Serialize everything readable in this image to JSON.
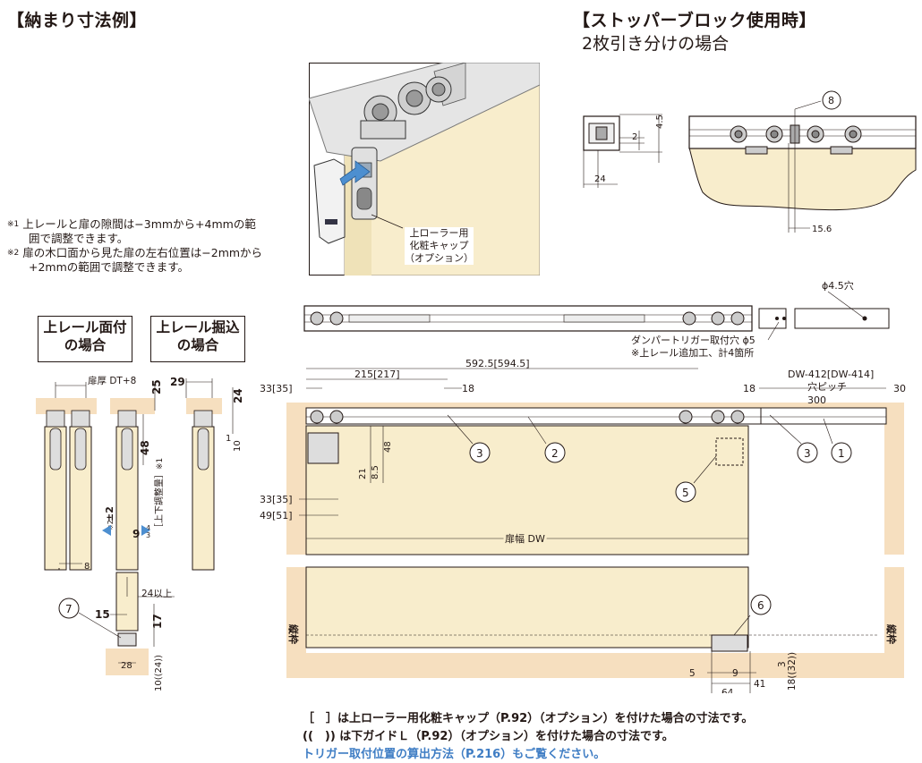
{
  "headings": {
    "left": "【納まり寸法例】",
    "right": "【ストッパーブロック使用時】",
    "right_sub": "2枚引き分けの場合"
  },
  "notes": {
    "n1_mark": "※1",
    "n1_l1": "上レールと扉の隙間は−3mmから+4mmの範",
    "n1_l2": "囲で調整できます。",
    "n2_mark": "※2",
    "n2_l1": "扉の木口面から見た扉の左右位置は−2mmから",
    "n2_l2": "+2mmの範囲で調整できます。"
  },
  "photo": {
    "cap_l1": "上ローラー用",
    "cap_l2": "化粧キャップ",
    "cap_l3": "（オプション）"
  },
  "boxes": {
    "surface_l1": "上レール面付",
    "surface_l2": "の場合",
    "recess_l1": "上レール掘込",
    "recess_l2": "の場合"
  },
  "left_dims": {
    "door_thick": "扉厚 DT+8",
    "d29": "29",
    "d25": "25",
    "d24": "24",
    "d48": "48",
    "d1": "1",
    "d10": "10",
    "n1": "※1",
    "adj": "［上下調整量］",
    "d4": "4",
    "d3": "3",
    "d9": "9",
    "pm2": "±2",
    "n2": "※2",
    "d8": "8",
    "d24more": "24以上",
    "d15": "15",
    "d17": "17",
    "d28": "28",
    "d10_24": "10((24))",
    "c7": "7"
  },
  "stopper": {
    "d2": "2",
    "d45": "4.5",
    "d24": "24",
    "d156": "15.6",
    "c8": "8"
  },
  "rail": {
    "hole": "ϕ4.5穴",
    "damper_l1": "ダンパートリガー取付穴 ϕ5",
    "damper_l2": "※上レール追加工、計4箇所"
  },
  "main_dims": {
    "d5925": "592.5[594.5]",
    "d215": "215[217]",
    "d33_35a": "33[35]",
    "d18a": "18",
    "d18b": "18",
    "dw412": "DW-412[DW-414]",
    "pitch": "穴ピッチ",
    "p300": "300",
    "d30": "30",
    "d21": "21",
    "d85": "8.5",
    "d48": "48",
    "d33_35b": "33[35]",
    "d49_51": "49[51]",
    "door_w": "扉幅 DW",
    "frame_l": "縦枠",
    "frame_r": "縦枠",
    "d5": "5",
    "d9": "9",
    "d41": "41",
    "d64": "64",
    "d3": "3",
    "d18_32": "18((32))",
    "c1": "1",
    "c2": "2",
    "c3a": "3",
    "c3b": "3",
    "c5": "5",
    "c6": "6"
  },
  "footer": {
    "l1": "［　］は上ローラー用化粧キャップ（P.92）（オプション）を付けた場合の寸法です。",
    "l2": "((　)) は下ガイドＬ（P.92）（オプション）を付けた場合の寸法です。",
    "l3": "トリガー取付位置の算出方法（P.216）もご覧ください。"
  },
  "colors": {
    "wood": "#f8edcc",
    "frame": "#f6dfbf",
    "ink": "#231815",
    "accent": "#3f7dc4",
    "gray": "#b9b9b9"
  }
}
